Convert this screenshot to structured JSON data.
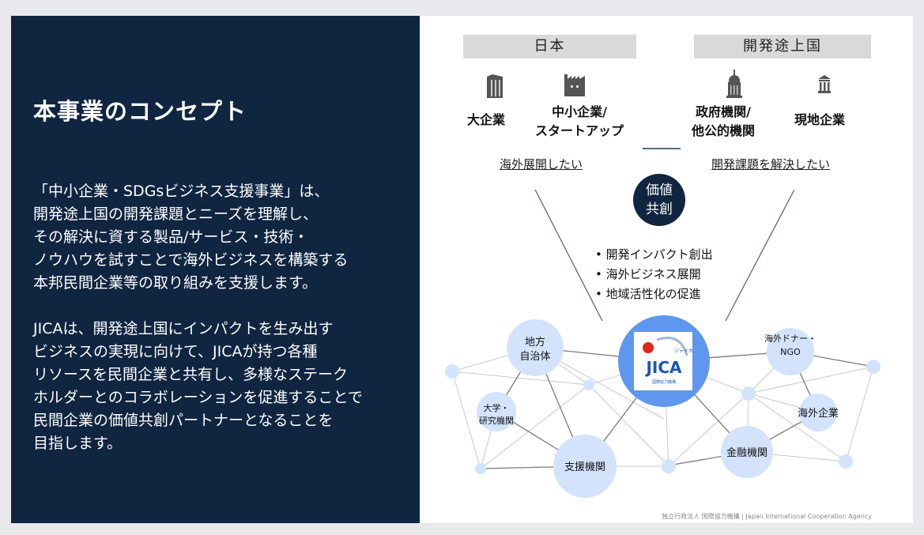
{
  "left": {
    "title": "本事業のコンセプト",
    "para1": [
      "「中小企業・SDGsビジネス支援事業」は、",
      "開発途上国の開発課題とニーズを理解し、",
      "その解決に資する製品/サービス・技術・",
      "ノウハウを試すことで海外ビジネスを構築する",
      "本邦民間企業等の取り組みを支援します。"
    ],
    "para2": [
      "JICAは、開発途上国にインパクトを生み出す",
      "ビジネスの実現に向けて、JICAが持つ各種",
      "リソースを民間企業と共有し、多様なステーク",
      "ホルダーとのコラボレーションを促進することで",
      "民間企業の価値共創パートナーとなることを",
      "目指します。"
    ]
  },
  "right": {
    "japan": {
      "header": "日本",
      "large": "大企業",
      "sme": [
        "中小企業/",
        "スタートアップ"
      ],
      "want": "海外展開したい"
    },
    "developing": {
      "header": "開発途上国",
      "gov": [
        "政府機関/",
        "他公的機関"
      ],
      "local": "現地企業",
      "want": "開発課題を解決したい"
    },
    "value": [
      "価値",
      "共創"
    ],
    "bullets": [
      "開発インパクト創出",
      "海外ビジネス展開",
      "地域活性化の促進"
    ],
    "network": {
      "jica_logo": "JICA",
      "jica_kana": "ジャイカ",
      "jica_sub": "国際協力機構",
      "nodes": {
        "local_gov": [
          "地方",
          "自治体"
        ],
        "univ": [
          "大学・",
          "研究機関"
        ],
        "support": "支援機関",
        "donor": [
          "海外ドナー・",
          "NGO"
        ],
        "foreign": "海外企業",
        "finance": "金融機関"
      }
    },
    "footer": "独立行政法人 国際協力機構 | Japan International Cooperation Agency"
  },
  "colors": {
    "navy": "#0f2540",
    "node": "#d3e3fb",
    "jica": "#5f97ee"
  }
}
